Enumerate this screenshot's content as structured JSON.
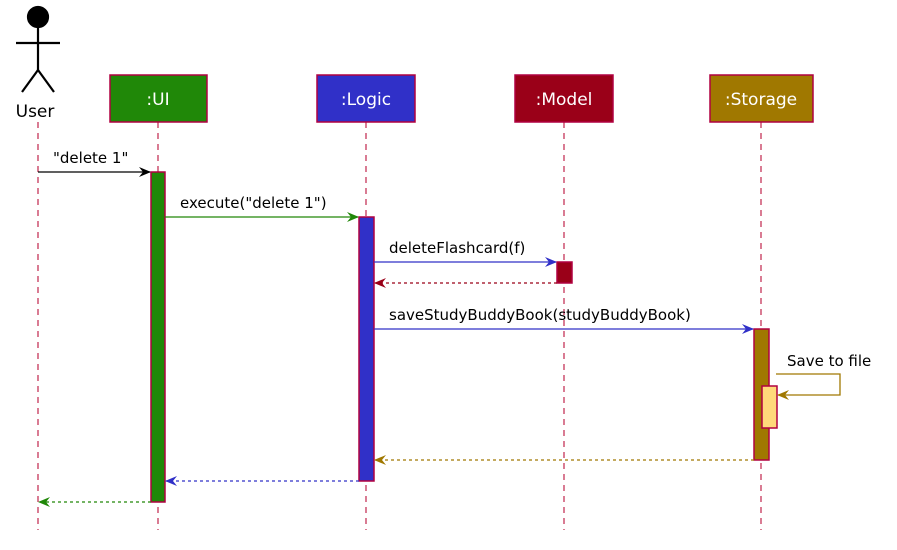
{
  "actor": {
    "name": "User"
  },
  "participants": [
    {
      "id": "ui",
      "label": ":UI",
      "fill": "#208808"
    },
    {
      "id": "logic",
      "label": ":Logic",
      "fill": "#3030C8"
    },
    {
      "id": "model",
      "label": ":Model",
      "fill": "#9A0018"
    },
    {
      "id": "storage",
      "label": ":Storage",
      "fill": "#A07800"
    }
  ],
  "messages": [
    {
      "id": "m1",
      "text": "\"delete 1\""
    },
    {
      "id": "m2",
      "text": "execute(\"delete 1\")"
    },
    {
      "id": "m3",
      "text": "deleteFlashcard(f)"
    },
    {
      "id": "m4",
      "text": "saveStudyBuddyBook(studyBuddyBook)"
    },
    {
      "id": "m5",
      "text": "Save to file"
    }
  ],
  "colors": {
    "lifeline": "#C0244C",
    "border": "#B00040",
    "ui": "#208808",
    "logic": "#3030C8",
    "model": "#9A0018",
    "storage": "#A07800",
    "storage_nested": "#FFD97A"
  }
}
